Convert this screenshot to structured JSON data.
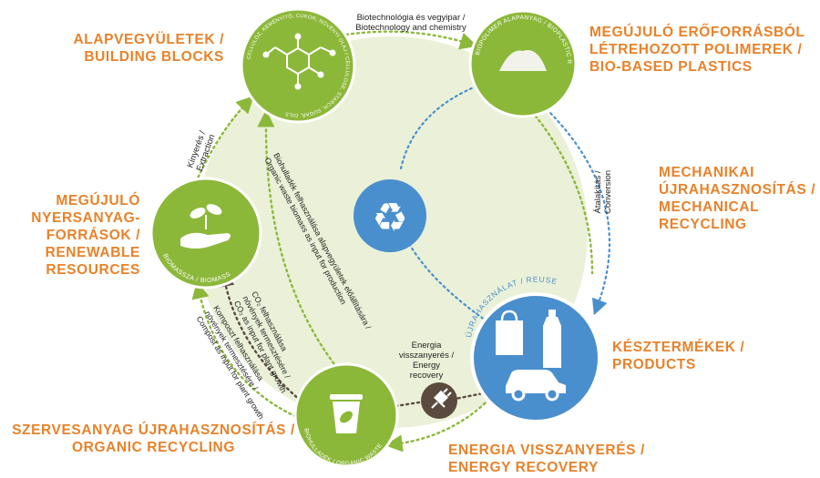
{
  "nodes": {
    "building_blocks": {
      "label": "ALAPVEGYÜLETEK /\nBUILDING BLOCKS",
      "ring_text": "CELLULÓZ, KEMÉNYÍTŐ, CUKOR, NÖVÉNYI OLAJ / CELLULOSE, STARCH, SUGAR, OILS"
    },
    "bioplastics": {
      "label": "MEGÚJULÓ ERŐFORRÁSBÓL\nLÉTREHOZOTT POLIMEREK /\nBIO-BASED PLASTICS",
      "ring_text": "BIOPOLIMER ALAPANYAG / BIOPLASTIC RESINS"
    },
    "mechanical_recycling": {
      "label": "MECHANIKAI\nÚJRAHASZNOSÍTÁS /\nMECHANICAL\nRECYCLING"
    },
    "products": {
      "label": "KÉSZTERMÉKEK /\nPRODUCTS",
      "ring_text": "ÚJRAHASZNÁLAT / REUSE"
    },
    "energy_recovery": {
      "label": "ENERGIA VISSZANYERÉS /\nENERGY RECOVERY"
    },
    "organic_recycling": {
      "label": "SZERVESANYAG ÚJRAHASZNOSÍTÁS /\nORGANIC RECYCLING",
      "ring_text": "BIOHULLADÉK / ORGANIC WASTE"
    },
    "renewable_resources": {
      "label": "MEGÚJULÓ\nNYERSANYAG-\nFORRÁSOK /\nRENEWABLE\nRESOURCES",
      "ring_text": "BIOMASSZA / BIOMASS"
    }
  },
  "arrows": {
    "biotech": "Biotechnológia és vegyipar /\nBiotechnology and chemistry",
    "extraction": "Kinyerés /\nExtraction",
    "conversion": "Átalakítás /\nConversion",
    "energy_small": "Energia\nvisszanyerés /\nEnergy\nrecovery",
    "biowaste_line1": "Biohulladék felhasználása alapvegyületek előállítására /",
    "biowaste_line2": "Organic waste biomass as input for production",
    "co2_line1": "CO₂ felhasználása",
    "co2_line2": "növények termesztésére /",
    "co2_line3": "CO₂ as input for plant growth",
    "compost_line1": "Komposzt felhasználása",
    "compost_line2": "növények termesztésére /",
    "compost_line3": "Compost as input for plant growth"
  },
  "icons": [
    "molecule-icon",
    "resin-pile-icon",
    "recycle-icon",
    "shopping-bag-icon",
    "bottle-icon",
    "car-icon",
    "plug-icon",
    "bin-leaf-icon",
    "hand-sprout-icon"
  ],
  "colors": {
    "green": "#8cb83a",
    "blue": "#4a8fcd",
    "orange": "#e8822a",
    "light_green_bg": "#eaf1d8",
    "dark_brown": "#5b4a3f"
  }
}
